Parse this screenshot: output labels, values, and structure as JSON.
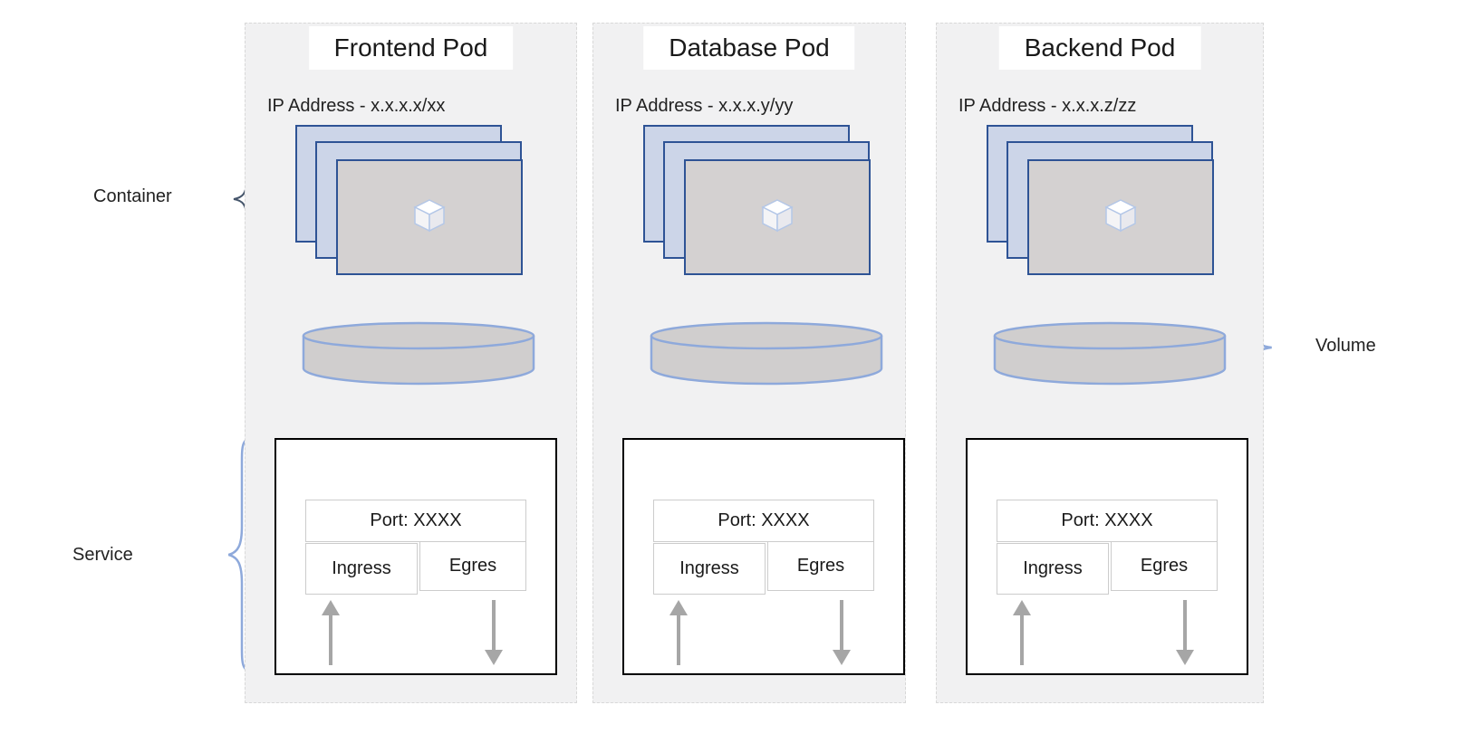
{
  "labels": {
    "container": "Container",
    "service": "Service",
    "volume": "Volume"
  },
  "pods": [
    {
      "title": "Frontend Pod",
      "ip": "IP Address - x.x.x.x/xx",
      "port": "Port: XXXX",
      "ingress": "Ingress",
      "egress": "Egres"
    },
    {
      "title": "Database Pod",
      "ip": "IP Address - x.x.x.y/yy",
      "port": "Port: XXXX",
      "ingress": "Ingress",
      "egress": "Egres"
    },
    {
      "title": "Backend Pod",
      "ip": "IP Address - x.x.x.z/zz",
      "port": "Port: XXXX",
      "ingress": "Ingress",
      "egress": "Egres"
    }
  ],
  "colors": {
    "container_border": "#2e5395",
    "container_back_fill": "#ccd5e8",
    "container_front_fill": "#d4d1d1",
    "cylinder_fill": "#d0cece",
    "cylinder_stroke": "#8ea9db",
    "brace_light": "#8ea9db",
    "brace_dark": "#44546a",
    "arrow": "#a6a6a6",
    "panel_bg": "#f1f1f2"
  }
}
